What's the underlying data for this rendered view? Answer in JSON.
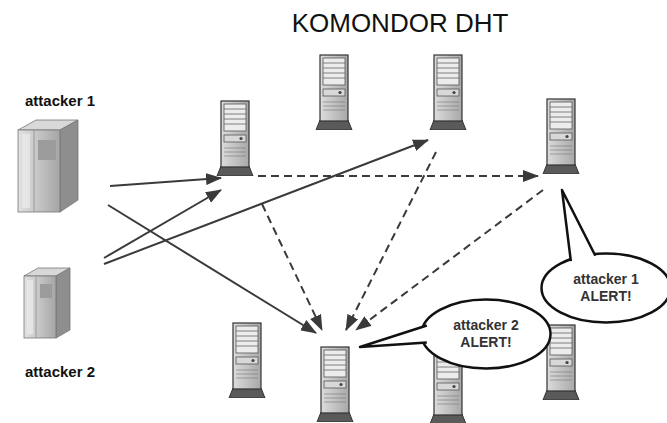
{
  "diagram": {
    "title": "KOMONDOR DHT",
    "nodes": [
      {
        "text": [
          "attacker 1"
        ]
      },
      {
        "text": [
          "attacker 2"
        ]
      },
      {
        "text": [
          "attacker 1 ALERT!"
        ]
      },
      {
        "text": [
          "attacker 2 ALERT!"
        ]
      }
    ]
  }
}
